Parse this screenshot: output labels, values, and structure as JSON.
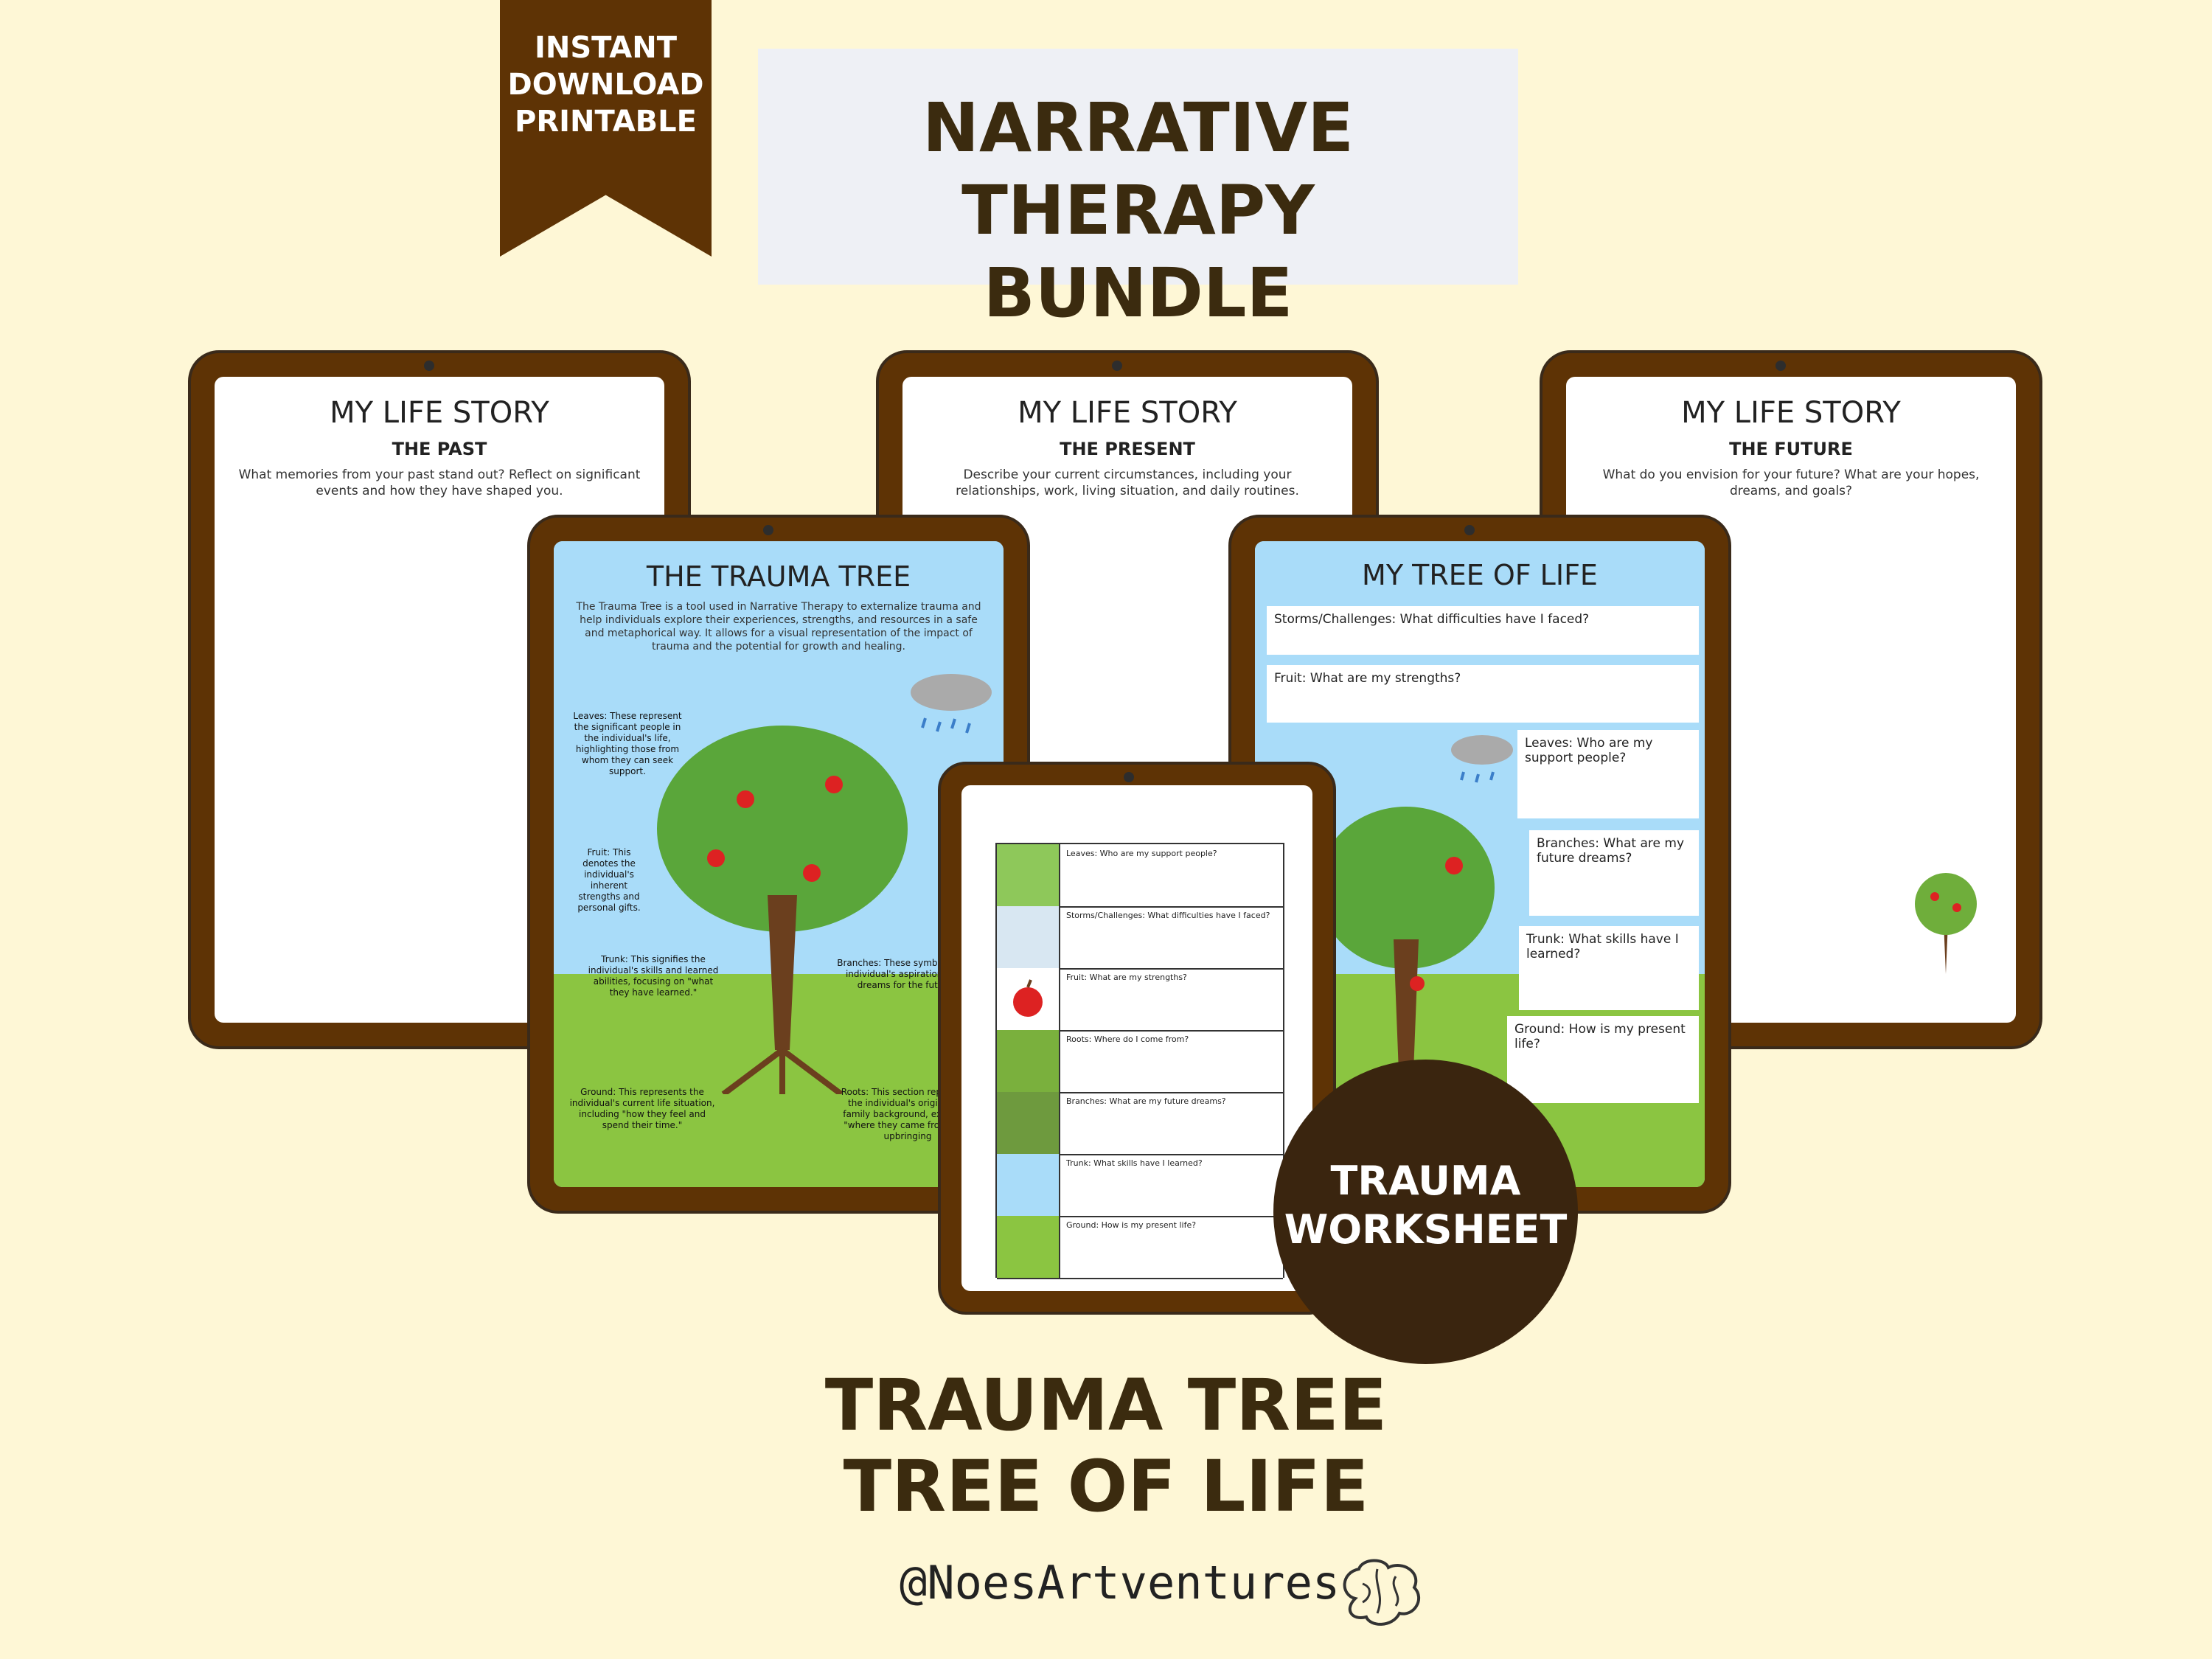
{
  "ribbon": {
    "line1": "INSTANT",
    "line2": "DOWNLOAD",
    "line3": "PRINTABLE"
  },
  "header": {
    "line1": "NARRATIVE THERAPY",
    "line2": "BUNDLE"
  },
  "pages": {
    "past": {
      "title": "MY LIFE STORY",
      "subtitle": "THE PAST",
      "desc": "What memories from your past stand out? Reflect on significant events and how they have shaped you."
    },
    "present": {
      "title": "MY LIFE STORY",
      "subtitle": "THE PRESENT",
      "desc": "Describe your current circumstances, including your relationships, work, living situation, and daily routines."
    },
    "future": {
      "title": "MY LIFE STORY",
      "subtitle": "THE FUTURE",
      "desc": "What do you envision for your future? What are your hopes, dreams, and goals?"
    },
    "trauma_tree": {
      "title": "THE TRAUMA TREE",
      "intro": "The Trauma Tree is a tool used in Narrative Therapy to externalize trauma and help individuals explore their experiences, strengths, and resources in a safe and metaphorical way. It allows for a visual representation of the impact of trauma and the potential for growth and healing.",
      "leaves": "Leaves: These represent the significant people in the individual's life, highlighting those from whom they can seek support.",
      "fruit": "Fruit: This denotes the individual's inherent strengths and personal gifts.",
      "trunk": "Trunk: This signifies the individual's skills and learned abilities, focusing on \"what they have learned.\"",
      "branches": "Branches: These symbolize the individual's aspirations and dreams for the future.",
      "ground": "Ground: This represents the individual's current life situation, including \"how they feel and spend their time.\"",
      "roots": "Roots: This section represents the individual's origins and family background, exploring \"where they came from\" and upbringing"
    },
    "tree_of_life": {
      "title": "MY TREE OF LIFE",
      "storms": "Storms/Challenges: What difficulties have I faced?",
      "fruit": "Fruit: What are my strengths?",
      "leaves": "Leaves: Who are my support people?",
      "branches": "Branches: What are my future dreams?",
      "trunk": "Trunk: What skills have I learned?",
      "ground": "Ground: How is my present life?"
    },
    "worksheet_rows": [
      {
        "label": "Leaves: Who are my support people?"
      },
      {
        "label": "Storms/Challenges: What difficulties have I faced?"
      },
      {
        "label": "Fruit: What are my strengths?"
      },
      {
        "label": "Roots: Where do I come from?"
      },
      {
        "label": "Branches: What are my future dreams?"
      },
      {
        "label": "Trunk: What skills have I learned?"
      },
      {
        "label": "Ground: How is my present life?"
      }
    ]
  },
  "badge": {
    "line1": "TRAUMA",
    "line2": "WORKSHEET"
  },
  "bottom": {
    "line1": "TRAUMA TREE",
    "line2": "TREE OF LIFE"
  },
  "handle": "@NoesArtventures",
  "colors": {
    "background": "#fef7d6",
    "brown": "#5e3305",
    "sky": "#a9dcf9",
    "grass": "#8bc541",
    "badge": "#3a250f"
  }
}
